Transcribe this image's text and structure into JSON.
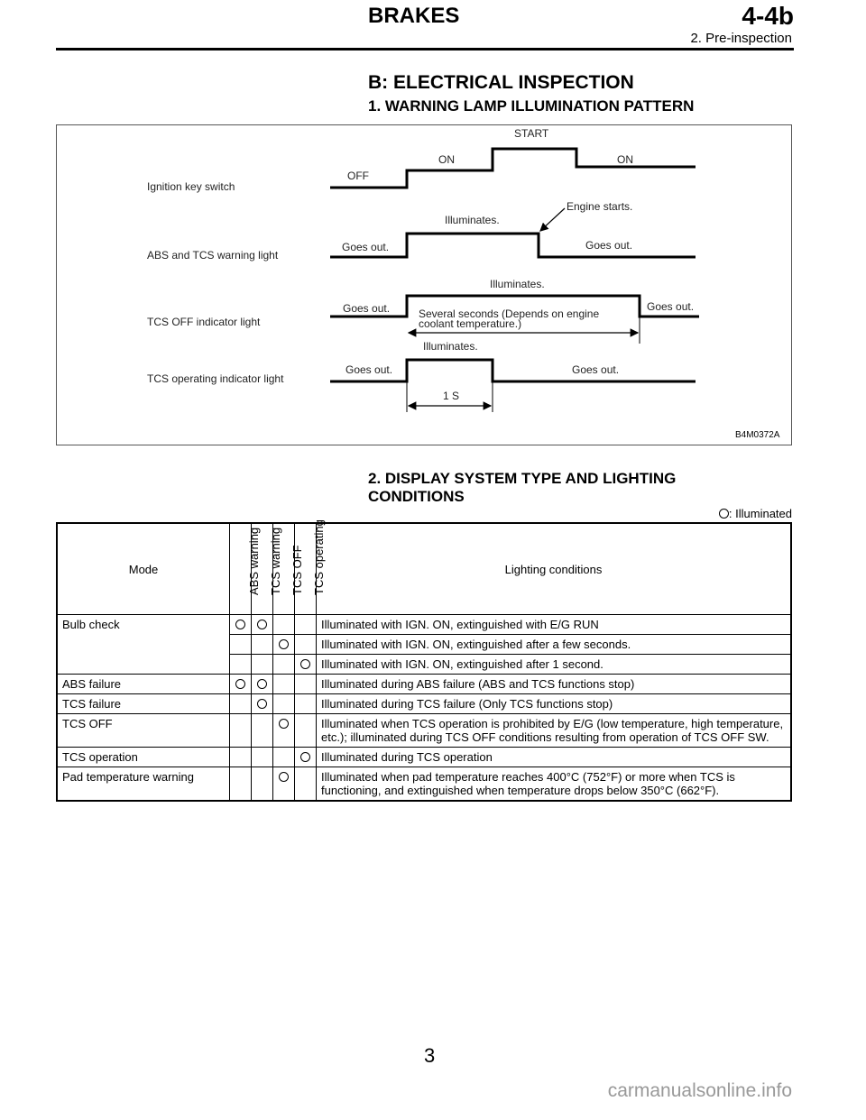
{
  "header": {
    "title": "BRAKES",
    "code": "4-4b",
    "subtitle": "2. Pre-inspection"
  },
  "section_title": "B: ELECTRICAL INSPECTION",
  "subsection1": "1. WARNING LAMP ILLUMINATION PATTERN",
  "figure": {
    "code": "B4M0372A",
    "rows": [
      {
        "label": "Ignition key switch",
        "texts": [
          "OFF",
          "ON",
          "START",
          "ON"
        ]
      },
      {
        "label": "ABS and TCS warning light",
        "texts": [
          "Goes out.",
          "Illuminates.",
          "Engine starts.",
          "Goes out."
        ]
      },
      {
        "label": "TCS OFF indicator light",
        "texts": [
          "Goes out.",
          "Illuminates.",
          "Several seconds (Depends on engine",
          "coolant temperature.)",
          "Goes out."
        ]
      },
      {
        "label": "TCS operating indicator light",
        "texts": [
          "Goes out.",
          "Illuminates.",
          "Goes out.",
          "1 S"
        ]
      }
    ]
  },
  "subsection2_line1": "2. DISPLAY SYSTEM TYPE AND LIGHTING",
  "subsection2_line2": "CONDITIONS",
  "legend_text": ": Illuminated",
  "table": {
    "headers": {
      "mode": "Mode",
      "abs_warning": "ABS warning",
      "tcs_warning": "TCS warning",
      "tcs_off": "TCS OFF",
      "tcs_operating": "TCS operating",
      "conditions": "Lighting conditions"
    },
    "rows": [
      {
        "mode": "Bulb check",
        "marks": [
          true,
          true,
          false,
          false
        ],
        "condition": "Illuminated with IGN. ON, extinguished with E/G RUN"
      },
      {
        "mode": "",
        "marks": [
          false,
          false,
          true,
          false
        ],
        "condition": "Illuminated with IGN. ON, extinguished after a few seconds."
      },
      {
        "mode": "",
        "marks": [
          false,
          false,
          false,
          true
        ],
        "condition": "Illuminated with IGN. ON, extinguished after 1 second."
      },
      {
        "mode": "ABS failure",
        "marks": [
          true,
          true,
          false,
          false
        ],
        "condition": "Illuminated during ABS failure (ABS and TCS functions stop)"
      },
      {
        "mode": "TCS failure",
        "marks": [
          false,
          true,
          false,
          false
        ],
        "condition": "Illuminated during TCS failure (Only TCS functions stop)"
      },
      {
        "mode": "TCS OFF",
        "marks": [
          false,
          false,
          true,
          false
        ],
        "condition": "Illuminated when TCS operation is prohibited by E/G (low temperature, high temperature, etc.); illuminated during TCS OFF conditions resulting from operation of TCS OFF SW."
      },
      {
        "mode": "TCS operation",
        "marks": [
          false,
          false,
          false,
          true
        ],
        "condition": "Illuminated during TCS operation"
      },
      {
        "mode": "Pad temperature warning",
        "marks": [
          false,
          false,
          true,
          false
        ],
        "condition": "Illuminated when pad temperature reaches 400°C (752°F) or more when TCS is functioning, and extinguished when temperature drops below 350°C (662°F)."
      }
    ]
  },
  "page_number": "3",
  "watermark": "carmanualsonline.info"
}
